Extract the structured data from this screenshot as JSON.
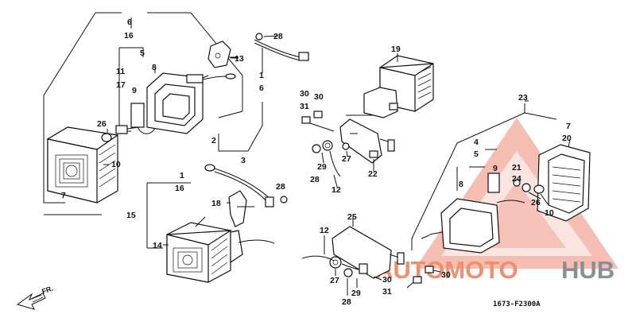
{
  "labels": {
    "c6a": "6",
    "c16a": "16",
    "c11": "11",
    "c5a": "5",
    "c17": "17",
    "c8a": "8",
    "c9a": "9",
    "c26a": "26",
    "c10a": "10",
    "c7a": "7",
    "c2": "2",
    "c3": "3",
    "c13": "13",
    "c28a": "28",
    "c1a": "1",
    "c6b": "6",
    "c19": "19",
    "c30a": "30",
    "c31a": "31",
    "c30b": "30",
    "c29a": "29",
    "c27a": "27",
    "c28b": "28",
    "c12a": "12",
    "c22": "22",
    "c1b": "1",
    "c16b": "16",
    "c15": "15",
    "c18": "18",
    "c28c": "28",
    "c14": "14",
    "c25": "25",
    "c12b": "12",
    "c27b": "27",
    "c28d": "28",
    "c29b": "29",
    "c30c": "30",
    "c31b": "31",
    "c30d": "30",
    "c23": "23",
    "c4": "4",
    "c5b": "5",
    "c7b": "7",
    "c20": "20",
    "c9b": "9",
    "c8b": "8",
    "c21": "21",
    "c24": "24",
    "c26b": "26",
    "c10b": "10"
  },
  "fr_label": "FR.",
  "diagram_code": "1673-F2300A",
  "watermark": {
    "part1": "AUTOMOTO",
    "part2": "HUB",
    "accent_color": "#e8442c",
    "grey_color": "#8a8f94"
  }
}
